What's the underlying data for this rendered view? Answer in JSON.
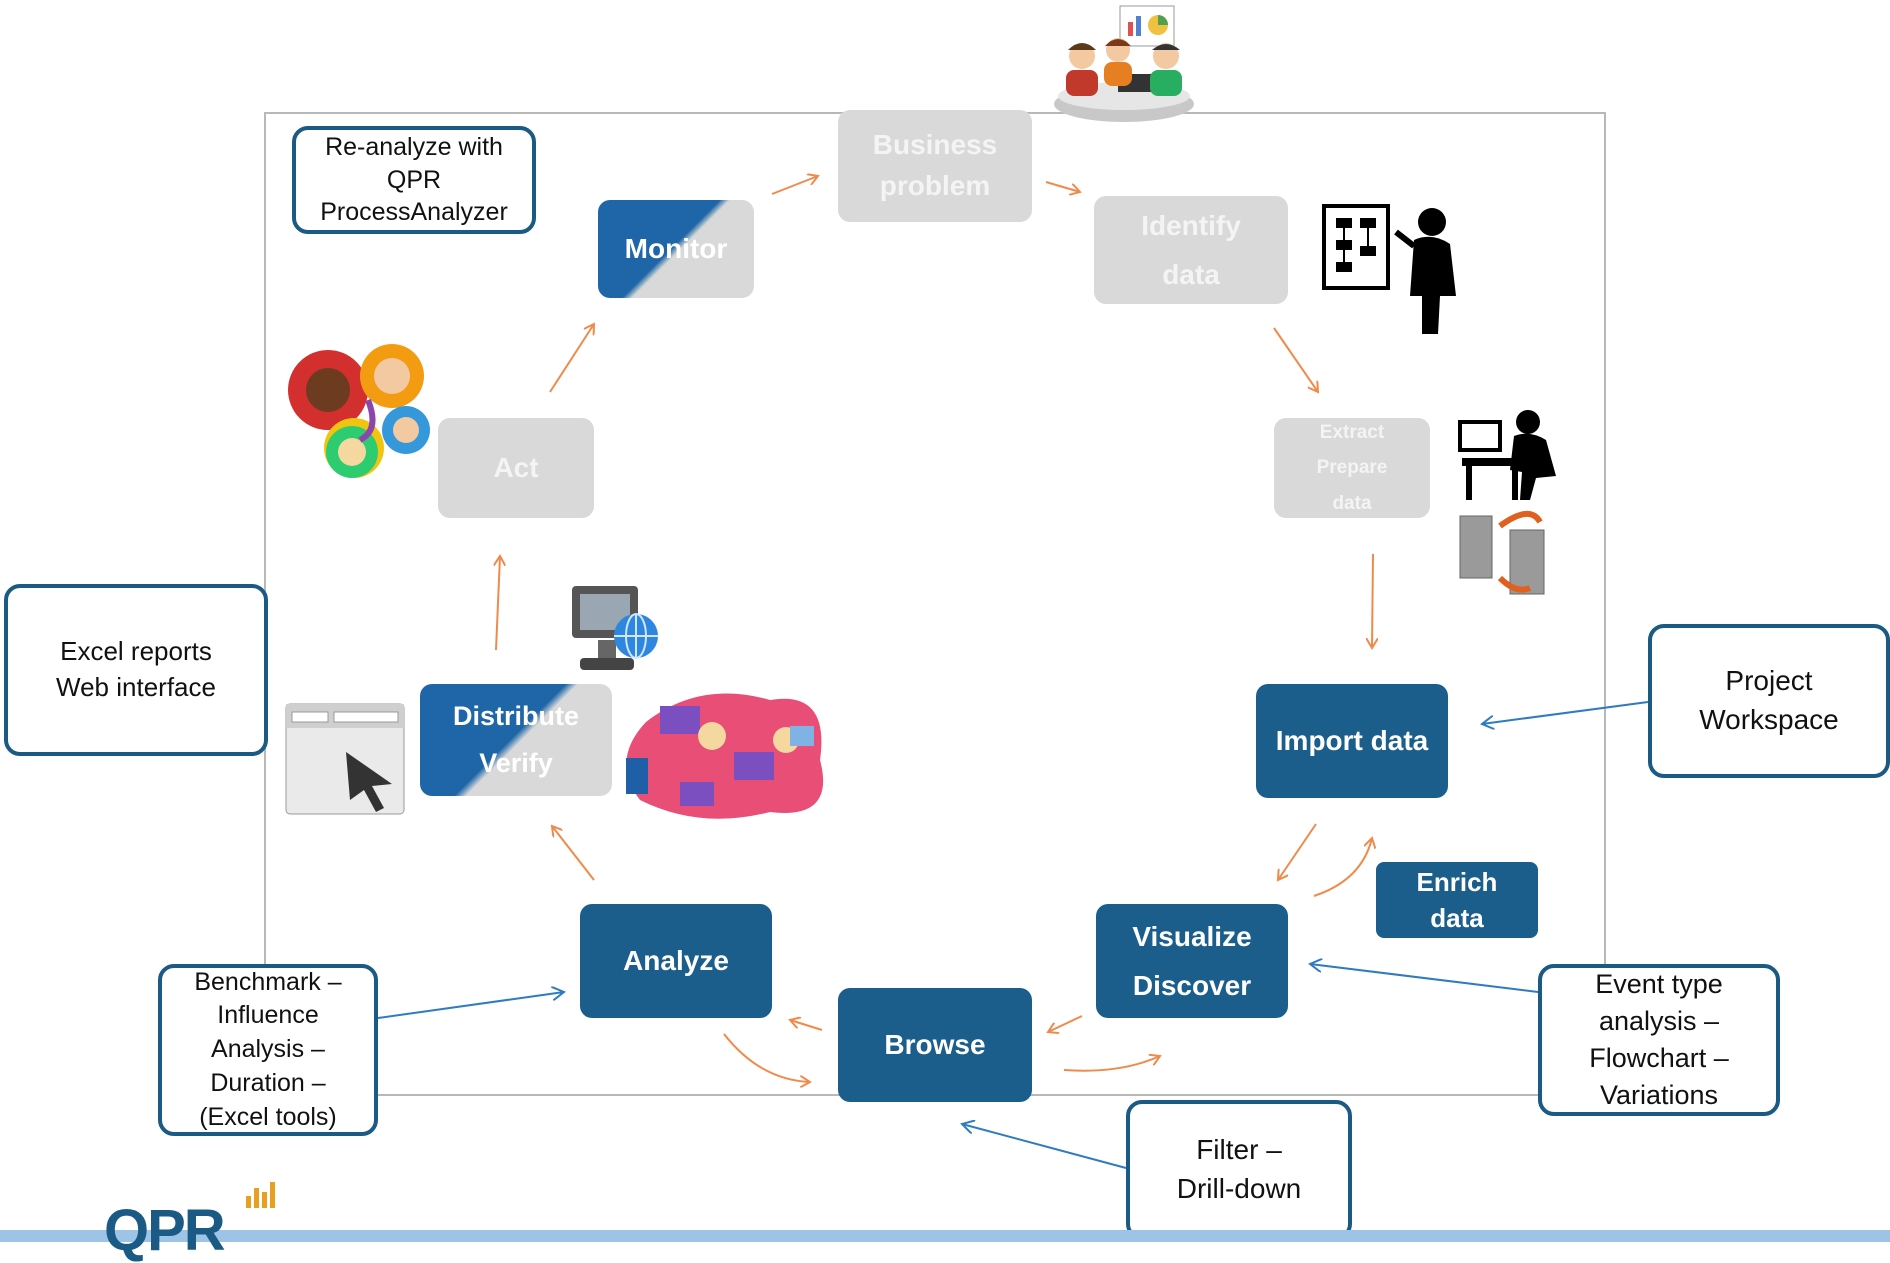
{
  "stages": {
    "business_problem": [
      "Business",
      "problem"
    ],
    "identify_data": [
      "Identify",
      "data"
    ],
    "extract_prepare": [
      "Extract",
      "Prepare",
      "data"
    ],
    "import_data": [
      "Import data"
    ],
    "visualize_discover": [
      "Visualize",
      "Discover"
    ],
    "browse": [
      "Browse"
    ],
    "analyze": [
      "Analyze"
    ],
    "distribute_verify": [
      "Distribute",
      "Verify"
    ],
    "act": [
      "Act"
    ],
    "monitor": [
      "Monitor"
    ],
    "enrich_data": [
      "Enrich",
      "data"
    ]
  },
  "notes": {
    "reanalyze": [
      "Re-analyze with",
      "QPR",
      "ProcessAnalyzer"
    ],
    "excel_web": [
      "Excel reports",
      "Web interface"
    ],
    "project_workspace": [
      "Project",
      "Workspace"
    ],
    "event_type": [
      "Event type",
      "analysis –",
      "Flowchart –",
      "Variations"
    ],
    "filter": [
      "Filter –",
      "Drill-down"
    ],
    "benchmark": [
      "Benchmark –",
      "Influence",
      "Analysis –",
      "Duration –",
      "(Excel tools)"
    ]
  },
  "logo": {
    "text": "QPR"
  },
  "colors": {
    "stage_dark": "#1b5e8c",
    "stage_gray": "#d9d9d9",
    "cycle_arrow": "#f08a4b",
    "note_arrow": "#2e7bbf"
  }
}
